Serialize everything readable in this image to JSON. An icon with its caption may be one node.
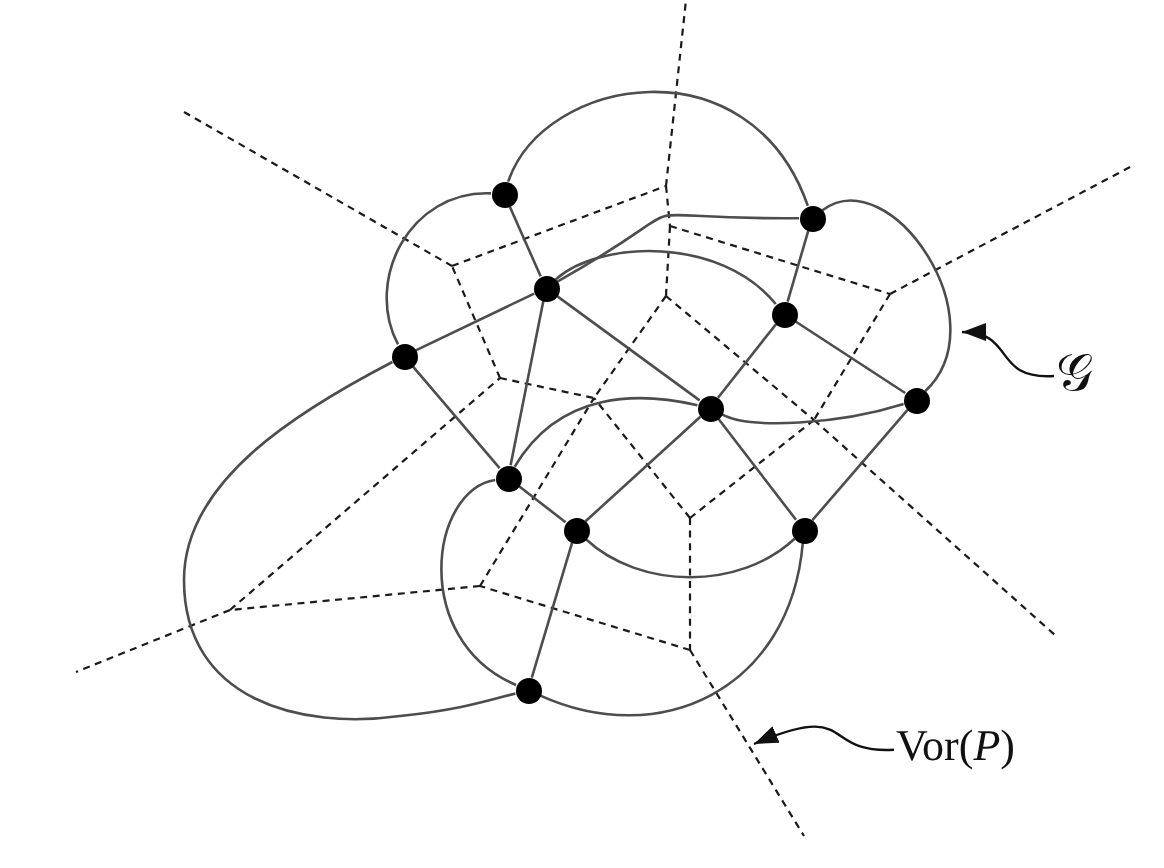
{
  "diagram": {
    "nodes": [
      {
        "text": [],
        "shape": "circle"
      },
      {
        "text": [],
        "shape": "circle"
      },
      {
        "text": [],
        "shape": "circle"
      },
      {
        "text": [],
        "shape": "circle"
      },
      {
        "text": [],
        "shape": "circle"
      },
      {
        "text": [],
        "shape": "circle"
      },
      {
        "text": [],
        "shape": "circle"
      },
      {
        "text": [],
        "shape": "circle"
      },
      {
        "text": [],
        "shape": "circle"
      },
      {
        "text": [],
        "shape": "circle"
      },
      {
        "text": [],
        "shape": "circle"
      },
      {
        "text": [
          "𝒢"
        ]
      },
      {
        "text": [
          "Vor(*P*)"
        ]
      }
    ],
    "edges": [
      {
        "from": 0,
        "to": 1,
        "arrow": "none"
      },
      {
        "from": 0,
        "to": 4,
        "arrow": "none"
      },
      {
        "from": 0,
        "to": 2,
        "arrow": "none"
      },
      {
        "from": 1,
        "to": 2,
        "arrow": "none"
      },
      {
        "from": 1,
        "to": 3,
        "arrow": "none"
      },
      {
        "from": 1,
        "to": 6,
        "arrow": "none"
      },
      {
        "from": 2,
        "to": 3,
        "arrow": "none"
      },
      {
        "from": 2,
        "to": 4,
        "arrow": "none"
      },
      {
        "from": 2,
        "to": 5,
        "arrow": "none"
      },
      {
        "from": 2,
        "to": 7,
        "arrow": "none"
      },
      {
        "from": 3,
        "to": 5,
        "arrow": "none"
      },
      {
        "from": 3,
        "to": 6,
        "arrow": "none"
      },
      {
        "from": 4,
        "to": 7,
        "arrow": "none"
      },
      {
        "from": 4,
        "to": 10,
        "arrow": "none"
      },
      {
        "from": 5,
        "to": 6,
        "arrow": "none"
      },
      {
        "from": 5,
        "to": 7,
        "arrow": "none"
      },
      {
        "from": 5,
        "to": 8,
        "arrow": "none"
      },
      {
        "from": 5,
        "to": 9,
        "arrow": "none"
      },
      {
        "from": 6,
        "to": 9,
        "arrow": "none"
      },
      {
        "from": 7,
        "to": 8,
        "arrow": "none"
      },
      {
        "from": 7,
        "to": 10,
        "arrow": "none"
      },
      {
        "from": 8,
        "to": 9,
        "arrow": "none"
      },
      {
        "from": 8,
        "to": 10,
        "arrow": "none"
      },
      {
        "from": 9,
        "to": 10,
        "arrow": "none"
      },
      {
        "from": 11,
        "to": null,
        "arrow": "to"
      },
      {
        "from": 12,
        "to": null,
        "arrow": "to"
      }
    ]
  }
}
